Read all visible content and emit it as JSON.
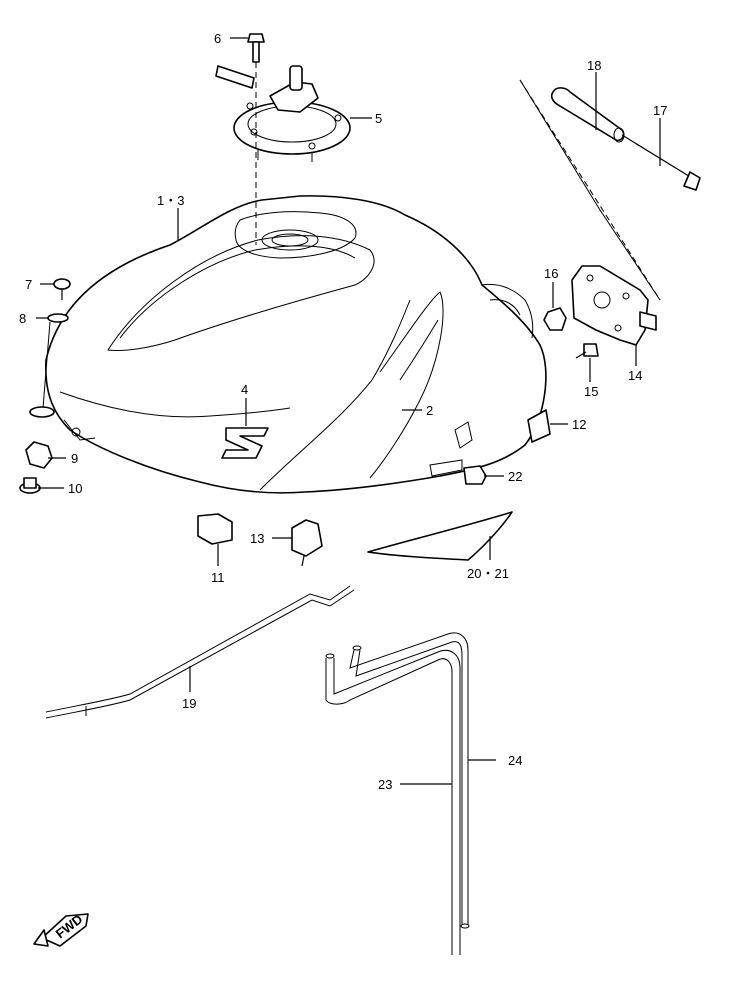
{
  "callouts": [
    {
      "id": "6",
      "text": "6"
    },
    {
      "id": "5",
      "text": "5"
    },
    {
      "id": "18",
      "text": "18"
    },
    {
      "id": "17",
      "text": "17"
    },
    {
      "id": "1-3",
      "text": "1・3"
    },
    {
      "id": "16",
      "text": "16"
    },
    {
      "id": "7",
      "text": "7"
    },
    {
      "id": "8",
      "text": "8"
    },
    {
      "id": "14",
      "text": "14"
    },
    {
      "id": "15",
      "text": "15"
    },
    {
      "id": "4",
      "text": "4"
    },
    {
      "id": "2",
      "text": "2"
    },
    {
      "id": "12",
      "text": "12"
    },
    {
      "id": "9",
      "text": "9"
    },
    {
      "id": "22",
      "text": "22"
    },
    {
      "id": "10",
      "text": "10"
    },
    {
      "id": "13",
      "text": "13"
    },
    {
      "id": "11",
      "text": "11"
    },
    {
      "id": "20-21",
      "text": "20・21"
    },
    {
      "id": "19",
      "text": "19"
    },
    {
      "id": "24",
      "text": "24"
    },
    {
      "id": "23",
      "text": "23"
    }
  ],
  "fwd_label": "FWD"
}
